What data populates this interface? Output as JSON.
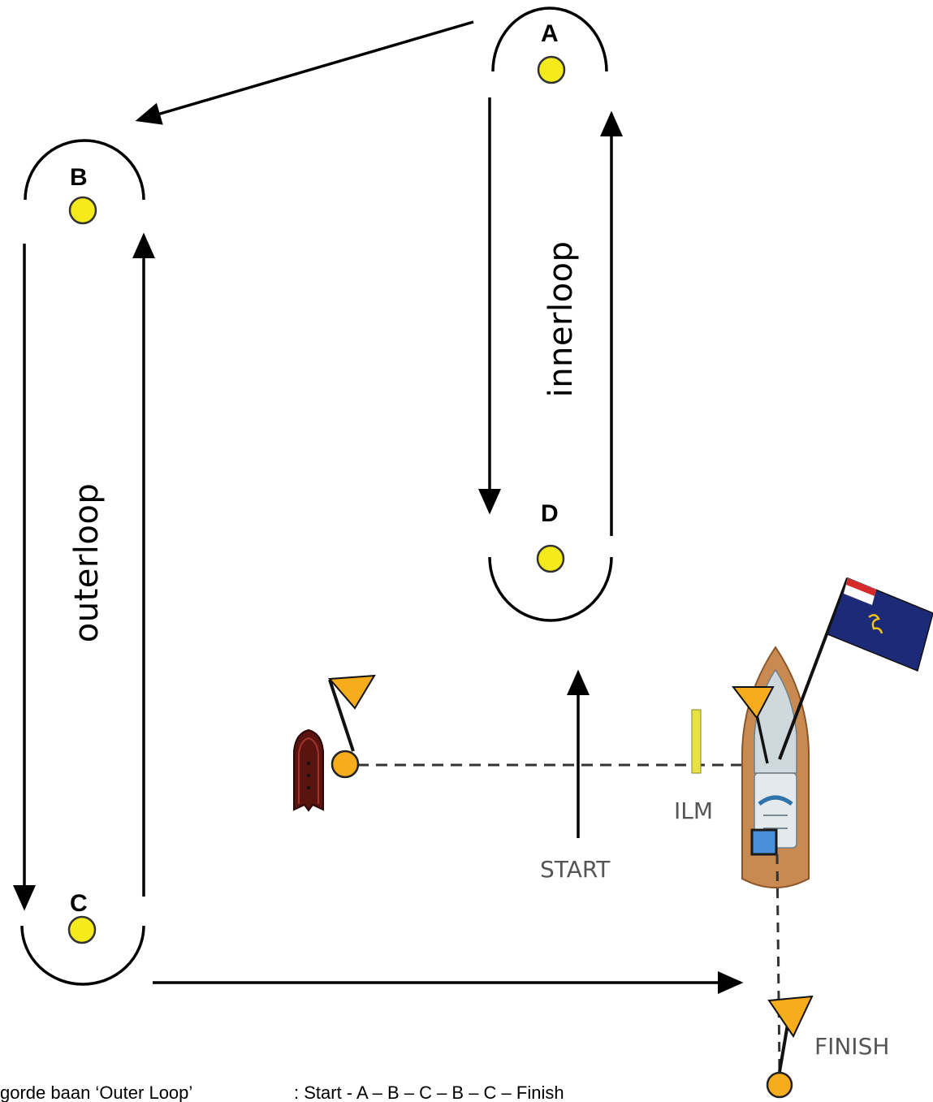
{
  "marks": {
    "a": "A",
    "b": "B",
    "c": "C",
    "d": "D"
  },
  "loops": {
    "inner": "innerloop",
    "outer": "outerloop"
  },
  "labels": {
    "start": "START",
    "finish": "FINISH",
    "ilm": "ILM"
  },
  "footer": {
    "course_name": "gorde baan ‘Outer Loop’",
    "course_order": ": Start - A – B – C – B – C – Finish"
  },
  "colors": {
    "buoy_yellow": "#f4ea1c",
    "flag_orange": "#f6ad1c",
    "committee_flag_blue": "#1c2a78",
    "boat_wood": "#c98a52"
  }
}
